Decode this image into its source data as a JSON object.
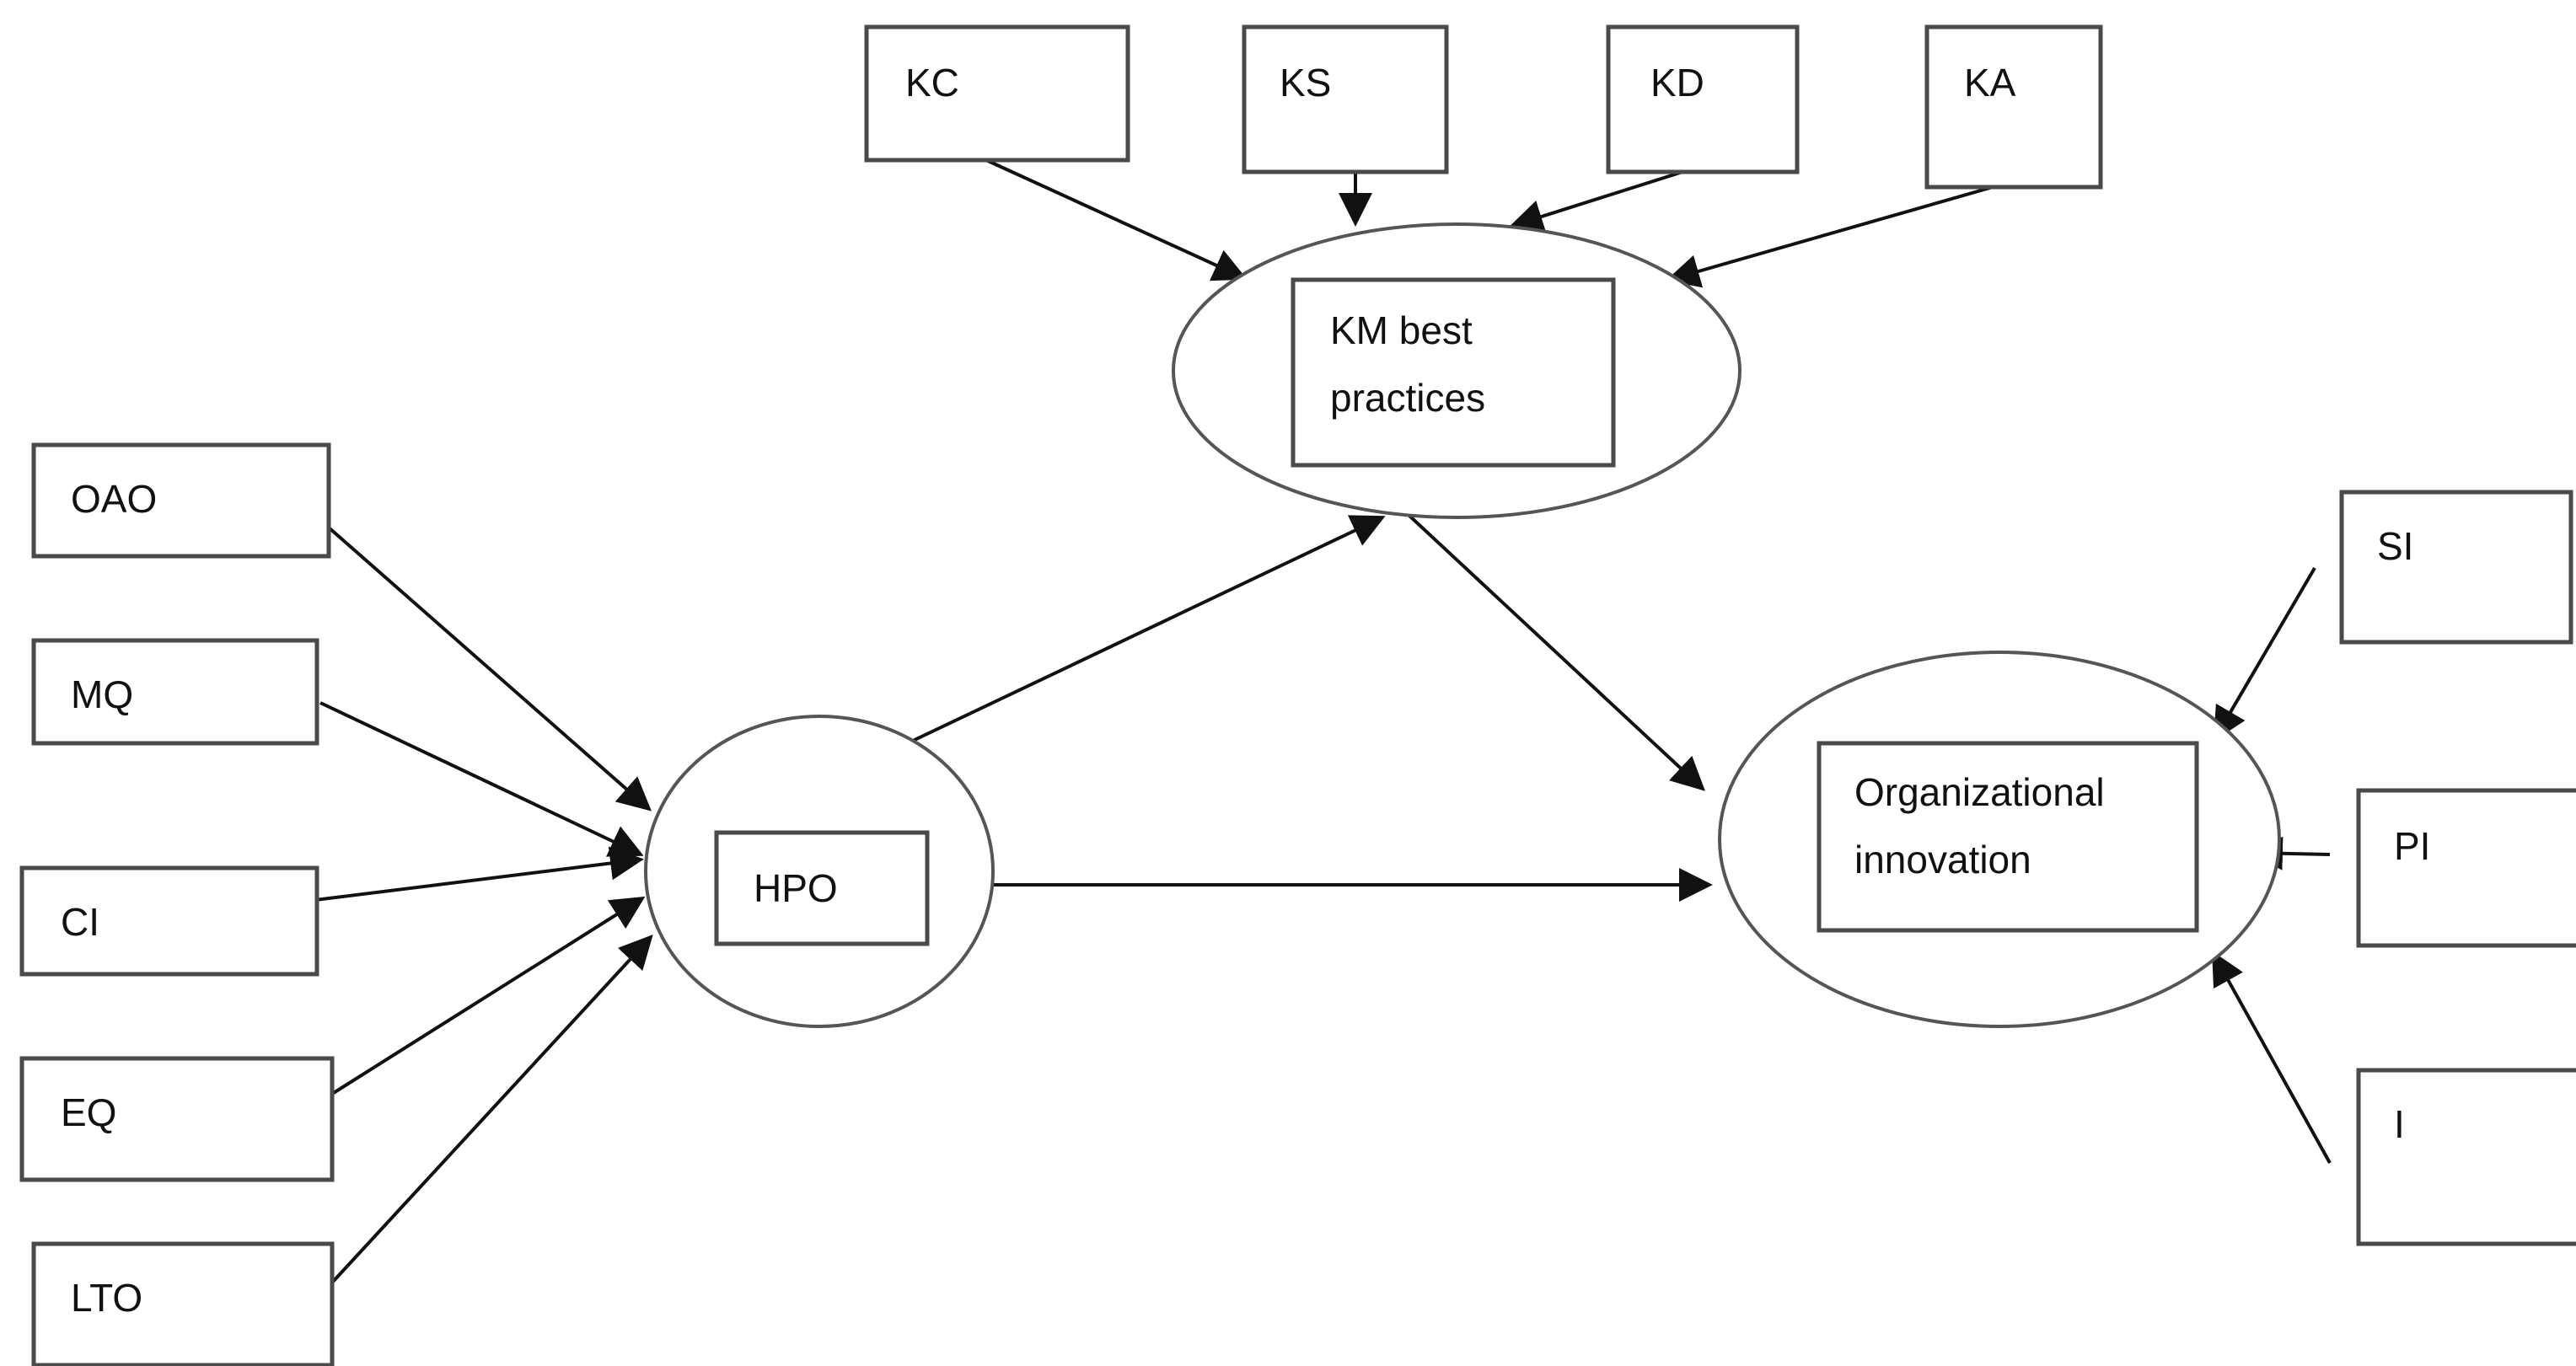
{
  "nodes": {
    "kc": "KC",
    "ks": "KS",
    "kd": "KD",
    "ka": "KA",
    "km_line1": "KM best",
    "km_line2": "practices",
    "oao": "OAO",
    "mq": "MQ",
    "ci": "CI",
    "eq": "EQ",
    "lto": "LTO",
    "hpo": "HPO",
    "si": "SI",
    "pi": "PI",
    "i": "I",
    "oi_line1": "Organizational",
    "oi_line2": "innovation"
  },
  "edges": [
    {
      "from": "KC",
      "to": "KM best practices"
    },
    {
      "from": "KS",
      "to": "KM best practices"
    },
    {
      "from": "KD",
      "to": "KM best practices"
    },
    {
      "from": "KA",
      "to": "KM best practices"
    },
    {
      "from": "OAO",
      "to": "HPO"
    },
    {
      "from": "MQ",
      "to": "HPO"
    },
    {
      "from": "CI",
      "to": "HPO"
    },
    {
      "from": "EQ",
      "to": "HPO"
    },
    {
      "from": "LTO",
      "to": "HPO"
    },
    {
      "from": "HPO",
      "to": "KM best practices"
    },
    {
      "from": "HPO",
      "to": "Organizational innovation"
    },
    {
      "from": "KM best practices",
      "to": "Organizational innovation"
    },
    {
      "from": "SI",
      "to": "Organizational innovation"
    },
    {
      "from": "PI",
      "to": "Organizational innovation"
    },
    {
      "from": "I",
      "to": "Organizational innovation"
    }
  ]
}
